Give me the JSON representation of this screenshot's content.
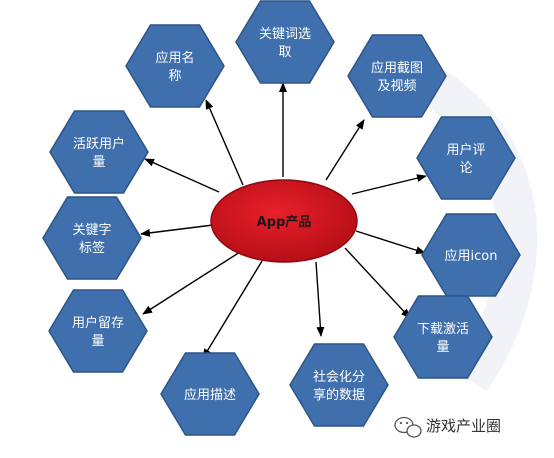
{
  "center": {
    "label": "App产品"
  },
  "nodes": [
    {
      "id": "app-name",
      "label_lines": [
        "应用名",
        "称"
      ]
    },
    {
      "id": "keyword-selection",
      "label_lines": [
        "关键词选",
        "取"
      ]
    },
    {
      "id": "app-screenshots-video",
      "label_lines": [
        "应用截图",
        "及视频"
      ]
    },
    {
      "id": "user-reviews",
      "label_lines": [
        "用户评",
        "论"
      ]
    },
    {
      "id": "app-icon",
      "label_lines": [
        "应用icon"
      ]
    },
    {
      "id": "download-activation",
      "label_lines": [
        "下载激活",
        "量"
      ]
    },
    {
      "id": "social-shared-data",
      "label_lines": [
        "社会化分",
        "享的数据"
      ]
    },
    {
      "id": "app-description",
      "label_lines": [
        "应用描述"
      ]
    },
    {
      "id": "user-retention",
      "label_lines": [
        "用户留存",
        "量"
      ]
    },
    {
      "id": "keyword-tags",
      "label_lines": [
        "关键字",
        "标签"
      ]
    },
    {
      "id": "active-users",
      "label_lines": [
        "活跃用户",
        "量"
      ]
    }
  ],
  "watermark": {
    "text": "游戏产业圈",
    "icon": "wechat-icon"
  },
  "colors": {
    "hexagon": "#3f6fac",
    "center": "#d5121e",
    "arrow": "#000000"
  }
}
